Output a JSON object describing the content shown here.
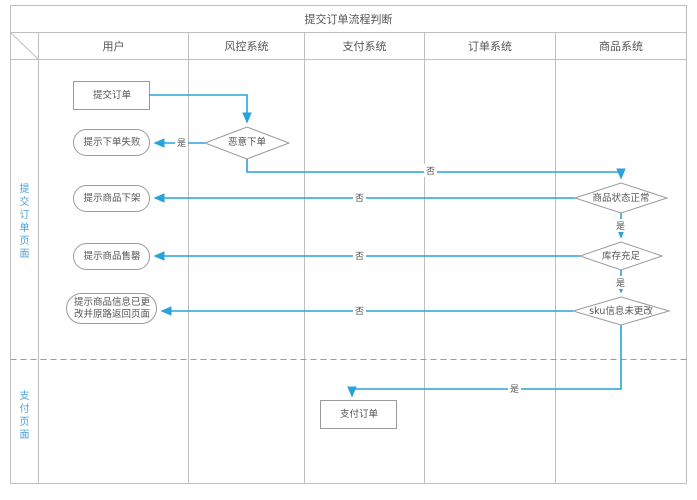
{
  "diagram": {
    "title": "提交订单流程判断",
    "columns": [
      {
        "id": "corner",
        "label": ""
      },
      {
        "id": "user",
        "label": "用户"
      },
      {
        "id": "risk",
        "label": "风控系统"
      },
      {
        "id": "pay",
        "label": "支付系统"
      },
      {
        "id": "order",
        "label": "订单系统"
      },
      {
        "id": "goods",
        "label": "商品系统"
      }
    ],
    "swimlanes": [
      {
        "id": "submit-page",
        "label": "提交订单页面"
      },
      {
        "id": "payment-page",
        "label": "支付页面"
      }
    ],
    "nodes": [
      {
        "id": "submit-order",
        "shape": "rect",
        "label": "提交订单"
      },
      {
        "id": "tip-order-fail",
        "shape": "rounded",
        "label": "提示下单失败"
      },
      {
        "id": "malicious-order",
        "shape": "diamond",
        "label": "恶意下单"
      },
      {
        "id": "tip-goods-offshelf",
        "shape": "rounded",
        "label": "提示商品下架"
      },
      {
        "id": "goods-status-ok",
        "shape": "diamond",
        "label": "商品状态正常"
      },
      {
        "id": "tip-goods-soldout",
        "shape": "rounded",
        "label": "提示商品售罄"
      },
      {
        "id": "stock-enough",
        "shape": "diamond",
        "label": "库存充足"
      },
      {
        "id": "tip-sku-changed",
        "shape": "rounded",
        "label": "提示商品信息已更",
        "label2": "改并原路返回页面"
      },
      {
        "id": "sku-unchanged",
        "shape": "diamond",
        "label": "sku信息未更改"
      },
      {
        "id": "pay-order",
        "shape": "rect",
        "label": "支付订单"
      }
    ],
    "edge_labels": {
      "yes": "是",
      "no": "否"
    },
    "edges": [
      {
        "from": "submit-order",
        "to": "malicious-order",
        "label": ""
      },
      {
        "from": "malicious-order",
        "to": "tip-order-fail",
        "label": "是"
      },
      {
        "from": "malicious-order",
        "to": "goods-status-ok",
        "label": "否"
      },
      {
        "from": "goods-status-ok",
        "to": "tip-goods-offshelf",
        "label": "否"
      },
      {
        "from": "goods-status-ok",
        "to": "stock-enough",
        "label": "是"
      },
      {
        "from": "stock-enough",
        "to": "tip-goods-soldout",
        "label": "否"
      },
      {
        "from": "stock-enough",
        "to": "sku-unchanged",
        "label": "是"
      },
      {
        "from": "sku-unchanged",
        "to": "tip-sku-changed",
        "label": "否"
      },
      {
        "from": "sku-unchanged",
        "to": "pay-order",
        "label": "是"
      }
    ],
    "colors": {
      "accent": "#29a3dc",
      "node_stroke": "#9b9b9b",
      "grid": "#bfbfbf",
      "lane_label": "#4ba3d8",
      "text": "#555555"
    }
  }
}
